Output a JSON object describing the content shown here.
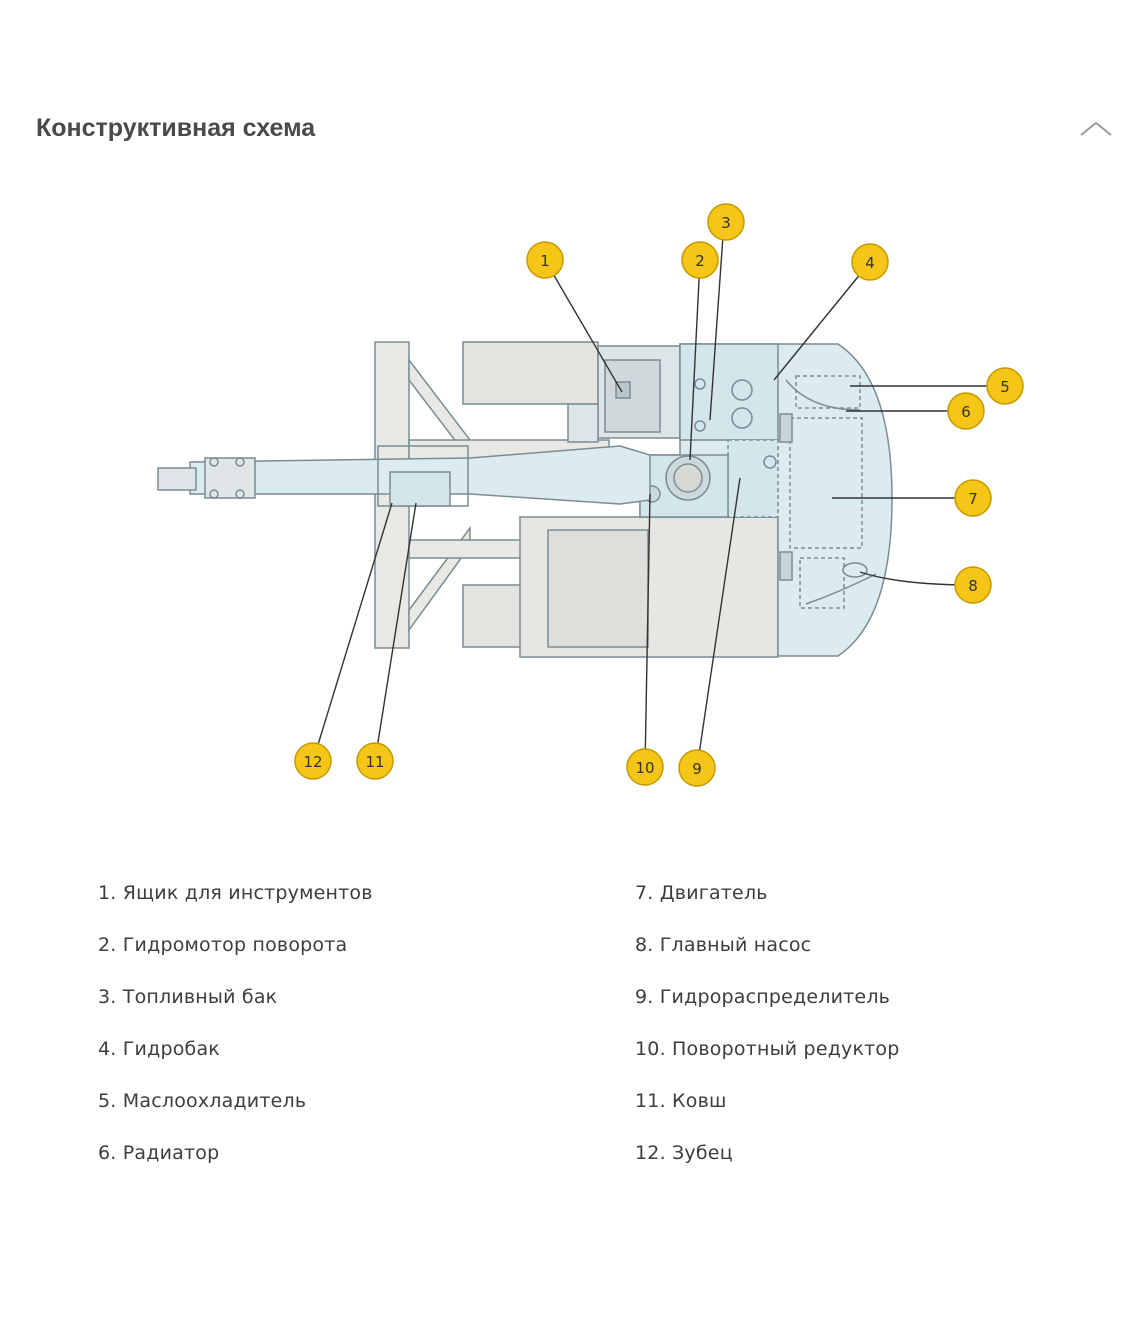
{
  "section": {
    "title": "Конструктивная схема"
  },
  "callouts": [
    "1",
    "2",
    "3",
    "4",
    "5",
    "6",
    "7",
    "8",
    "9",
    "10",
    "11",
    "12"
  ],
  "legend": {
    "left": [
      "1. Ящик для инструментов",
      "2. Гидромотор поворота",
      "3. Топливный бак",
      "4. Гидробак",
      "5. Маслоохладитель",
      "6. Радиатор"
    ],
    "right": [
      "7. Двигатель",
      "8. Главный насос",
      "9. Гидрораспределитель",
      "10. Поворотный редуктор",
      "11. Ковш",
      "12. Зубец"
    ]
  },
  "colors": {
    "callout_fill": "#f5c518",
    "callout_stroke": "#c49a00",
    "machine_body": "#dcebf0",
    "track": "#e4e4e0",
    "outline": "#7a8c94"
  }
}
